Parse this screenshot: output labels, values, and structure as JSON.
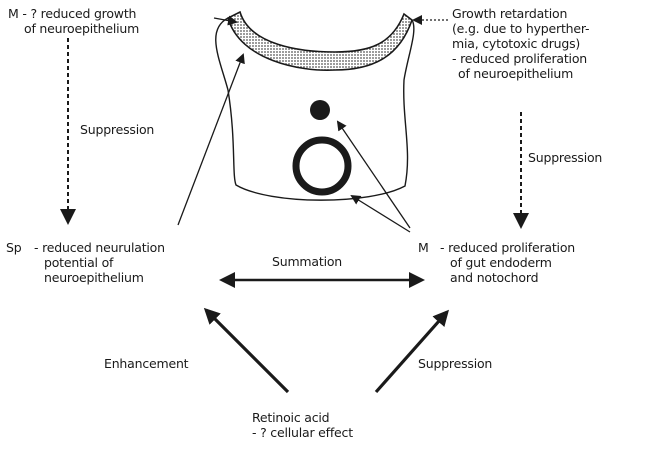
{
  "top_left": {
    "prefix": "M",
    "lines": [
      "- ? reduced growth",
      "of neuroepithelium"
    ]
  },
  "top_right": {
    "lines": [
      "Growth retardation",
      "(e.g. due to hyperther-",
      "mia, cytotoxic drugs)",
      "- reduced proliferation",
      "of neuroepithelium"
    ]
  },
  "left_arrow_label": "Suppression",
  "right_arrow_label": "Suppression",
  "left_effect": {
    "prefix": "Sp",
    "lines": [
      "- reduced neurulation",
      "potential of",
      "neuroepithelium"
    ]
  },
  "right_effect": {
    "prefix": "M",
    "lines": [
      "- reduced proliferation",
      "of gut endoderm",
      "and notochord"
    ]
  },
  "center_label": "Summation",
  "bottom_left_label": "Enhancement",
  "bottom_right_label": "Suppression",
  "bottom_center": {
    "lines": [
      "Retinoic acid",
      "- ? cellular effect"
    ]
  },
  "colors": {
    "ink": "#1a1a1a",
    "background": "#ffffff",
    "stipple": "#8a8a8a"
  }
}
